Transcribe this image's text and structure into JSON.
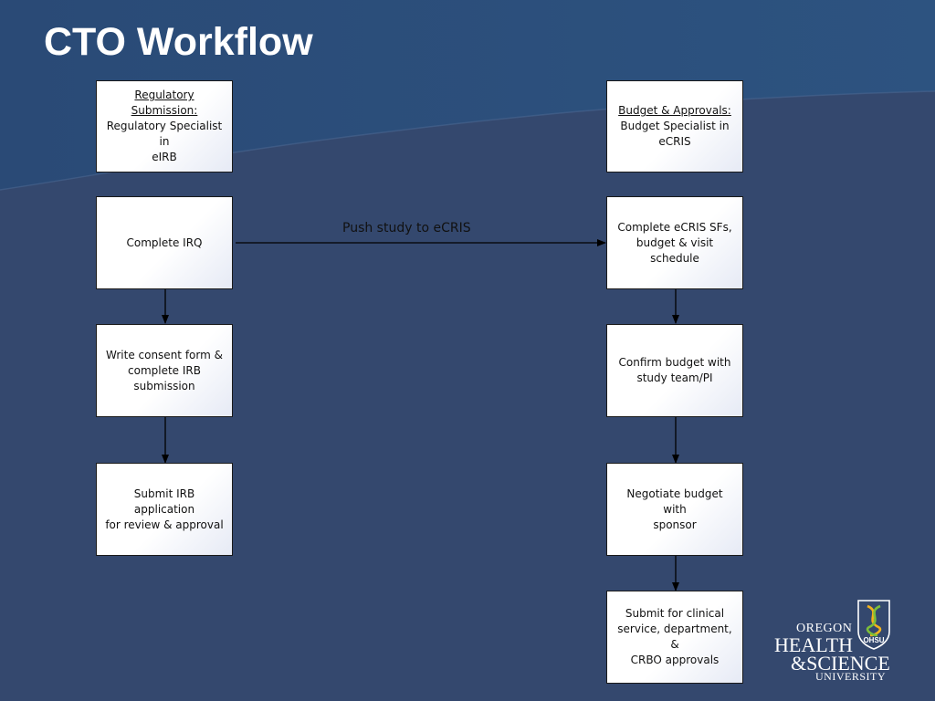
{
  "title": "CTO Workflow",
  "colors": {
    "background": "#34486e",
    "header_band": "#2b4a74",
    "box_fill": "#ffffff",
    "box_border": "#1a1a1a",
    "arrow": "#000000",
    "title_text": "#ffffff"
  },
  "left_column": {
    "header": {
      "underlined": "Regulatory Submission:",
      "lines": [
        "Regulatory Specialist in",
        "eIRB"
      ]
    },
    "steps": [
      {
        "lines": [
          "Complete IRQ"
        ]
      },
      {
        "lines": [
          "Write consent form &",
          "complete IRB",
          "submission"
        ]
      },
      {
        "lines": [
          "Submit IRB application",
          "for review & approval"
        ]
      }
    ]
  },
  "right_column": {
    "header": {
      "underlined": "Budget & Approvals:",
      "lines": [
        "Budget Specialist in",
        "eCRIS"
      ]
    },
    "steps": [
      {
        "lines": [
          "Complete eCRIS SFs,",
          "budget & visit schedule"
        ]
      },
      {
        "lines": [
          "Confirm budget with",
          "study team/PI"
        ]
      },
      {
        "lines": [
          "Negotiate budget with",
          "sponsor"
        ]
      },
      {
        "lines": [
          "Submit for clinical",
          "service, department, &",
          "CRBO approvals"
        ]
      }
    ]
  },
  "connector": {
    "label": "Push study to eCRIS"
  },
  "logo": {
    "lines": [
      "OREGON",
      "HEALTH",
      "&SCIENCE",
      "UNIVERSITY"
    ],
    "badge": "OHSU"
  }
}
